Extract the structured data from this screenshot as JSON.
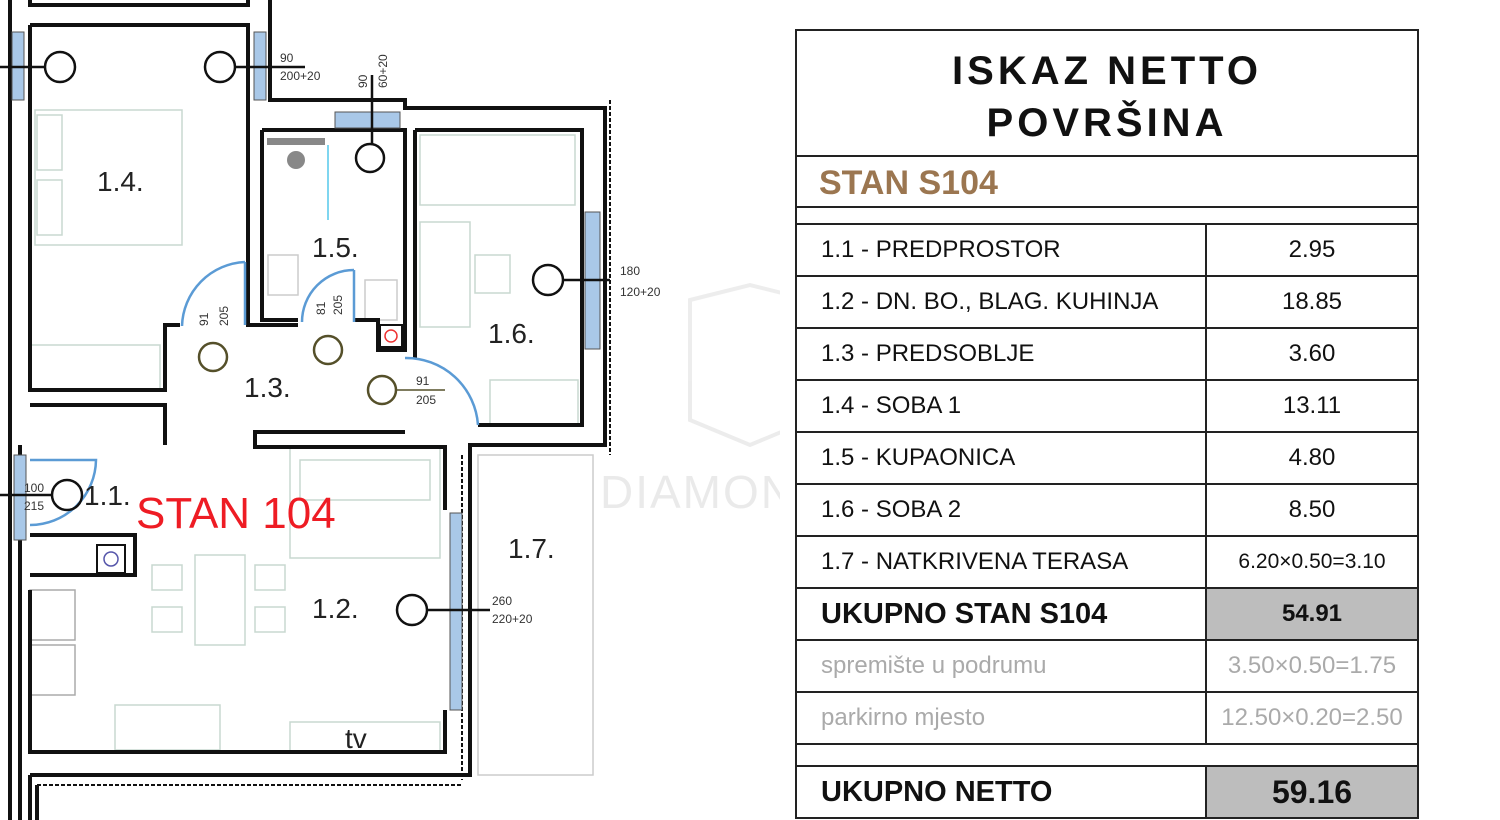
{
  "plan": {
    "apartment_label": "STAN 104",
    "watermark": "DIAMOND",
    "rooms": [
      "1.1.",
      "1.2.",
      "1.3.",
      "1.4.",
      "1.5.",
      "1.6.",
      "1.7."
    ],
    "tv_label": "tv",
    "openings": [
      {
        "w": "90",
        "h": "200+20"
      },
      {
        "w": "90",
        "h": "60+20"
      },
      {
        "w": "91",
        "h": "205"
      },
      {
        "w": "81",
        "h": "205"
      },
      {
        "w": "91",
        "h": "205"
      },
      {
        "w": "180",
        "h": "120+20"
      },
      {
        "w": "100",
        "h": "215"
      },
      {
        "w": "260",
        "h": "220+20"
      }
    ]
  },
  "table": {
    "title_line1": "ISKAZ NETTO",
    "title_line2": "POVRŠINA",
    "unit": "STAN S104",
    "rows": [
      {
        "label": "1.1 - PREDPROSTOR",
        "value": "2.95"
      },
      {
        "label": "1.2 - DN. BO., BLAG. KUHINJA",
        "value": "18.85"
      },
      {
        "label": "1.3 - PREDSOBLJE",
        "value": "3.60"
      },
      {
        "label": "1.4 - SOBA 1",
        "value": "13.11"
      },
      {
        "label": "1.5 - KUPAONICA",
        "value": "4.80"
      },
      {
        "label": "1.6 - SOBA 2",
        "value": "8.50"
      },
      {
        "label": "1.7 - NATKRIVENA TERASA",
        "value": "6.20×0.50=3.10"
      }
    ],
    "subtotal": {
      "label": "UKUPNO STAN S104",
      "value": "54.91"
    },
    "extras": [
      {
        "label": "spremište u podrumu",
        "value": "3.50×0.50=1.75"
      },
      {
        "label": "parkirno mjesto",
        "value": "12.50×0.20=2.50"
      }
    ],
    "total": {
      "label": "UKUPNO NETTO",
      "value": "59.16"
    }
  },
  "colors": {
    "wall": "#111111",
    "window": "#a9c8e8",
    "door": "#5b9bd5",
    "accent_red": "#ee1c24",
    "unit_brown": "#9b7650",
    "total_bg": "#bdbdbd"
  }
}
